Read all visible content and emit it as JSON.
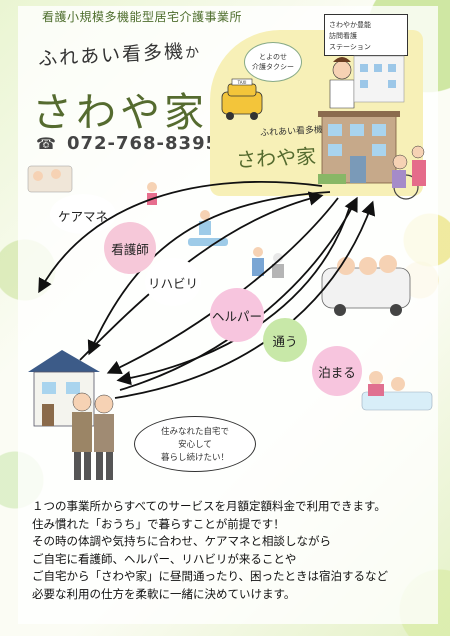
{
  "header": {
    "subtitle": "看護小規模多機能型居宅介護事業所",
    "tagline": "ふれあい看多機",
    "tagline_ka": "か",
    "name": "さわや家",
    "phone": "072-768-8395"
  },
  "facility_panel": {
    "taxi_label_1": "とよのせ",
    "taxi_label_2": "介護タクシー",
    "taxi_sign": "TAXI",
    "station_1": "さわやか豊能",
    "station_2": "訪問看護",
    "station_3": "ステーション",
    "tagline": "ふれあい看多機",
    "name": "さわや家"
  },
  "services": {
    "caremane": "ケアマネ",
    "nurse": "看護師",
    "rehab": "リハビリ",
    "helper": "ヘルパー",
    "day": "通う",
    "stay": "泊まる"
  },
  "speech": {
    "line1": "住みなれた自宅で",
    "line2": "安心して",
    "line3": "暮らし続けたい！"
  },
  "body": {
    "lines": [
      "１つの事業所からすべてのサービスを月額定額料金で利用できます。",
      "住み慣れた「おうち」で暮らすことが前提です！",
      "その時の体調や気持ちに合わせ、ケアマネと相談しながら",
      "ご自宅に看護師、ヘルパー、リハビリが来ることや",
      "ご自宅から「さわや家」に昼間通ったり、困ったときは宿泊するなど",
      "必要な利用の仕方を柔軟に一緒に決めていけます。"
    ]
  },
  "colors": {
    "title_green": "#556b2f",
    "panel_yellow": "#f7f0b7",
    "pink": "#f6c8d9",
    "light_green": "#c8e8a8"
  }
}
